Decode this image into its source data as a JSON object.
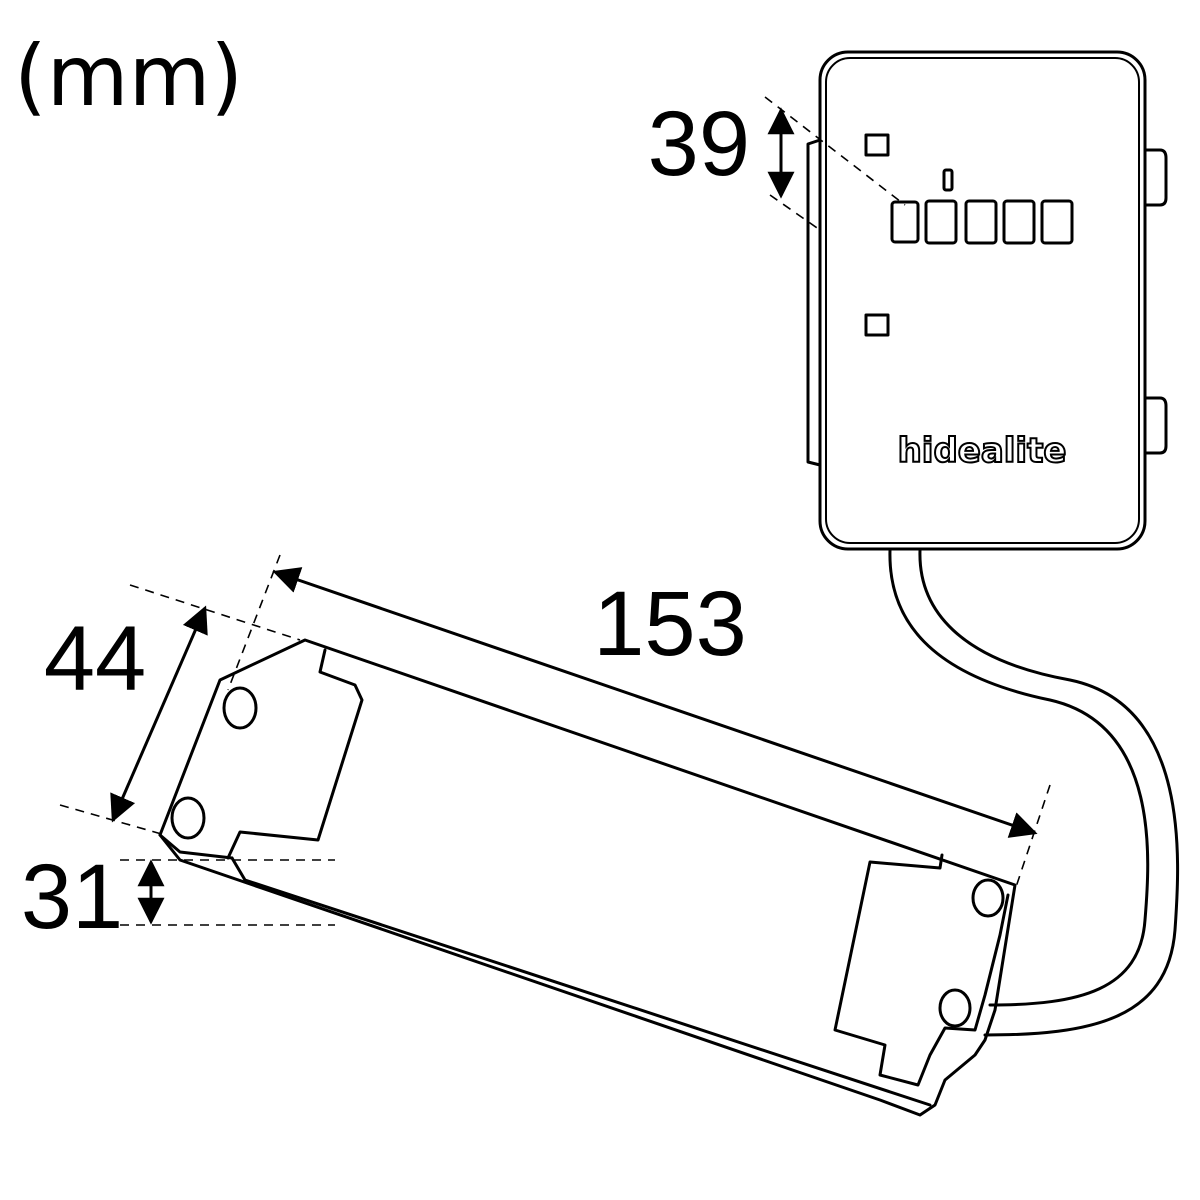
{
  "units_label": "(mm)",
  "dimensions": {
    "remote_depth": "39",
    "driver_width": "44",
    "driver_length": "153",
    "driver_height": "31"
  },
  "brand_logo": "hidealite"
}
